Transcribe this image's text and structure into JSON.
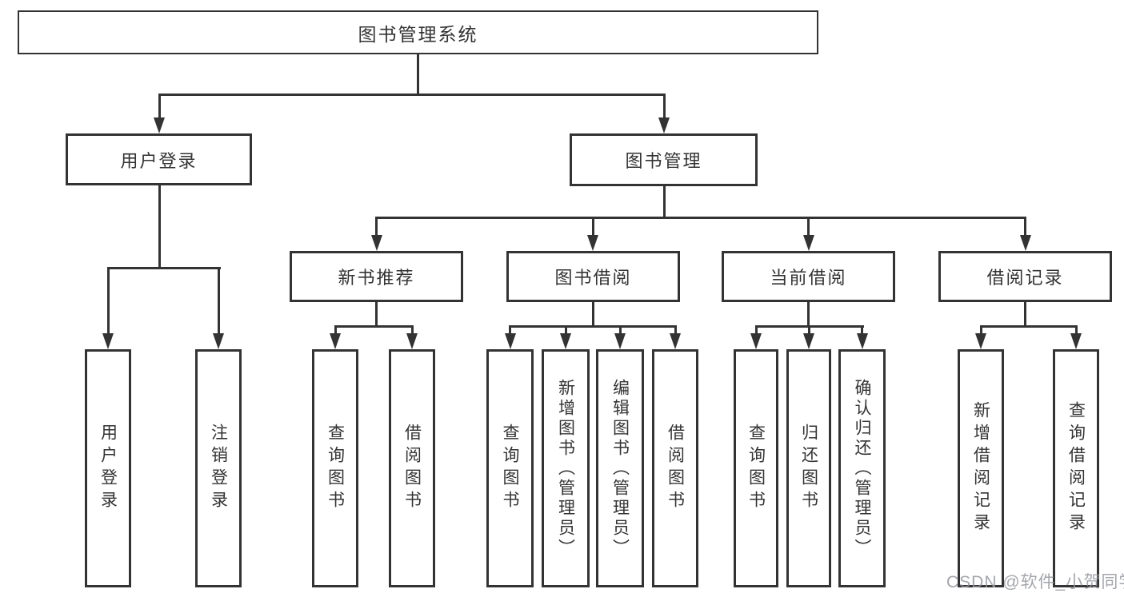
{
  "tree": {
    "root": {
      "label": "图书管理系统"
    },
    "branches": [
      {
        "label": "用户登录",
        "leaves": [
          {
            "label": "用户登录"
          },
          {
            "label": "注销登录"
          }
        ]
      },
      {
        "label": "图书管理",
        "groups": [
          {
            "label": "新书推荐",
            "leaves": [
              {
                "label": "查询图书"
              },
              {
                "label": "借阅图书"
              }
            ]
          },
          {
            "label": "图书借阅",
            "leaves": [
              {
                "label": "查询图书"
              },
              {
                "label": "新增图书（管理员）"
              },
              {
                "label": "编辑图书（管理员）"
              },
              {
                "label": "借阅图书"
              }
            ]
          },
          {
            "label": "当前借阅",
            "leaves": [
              {
                "label": "查询图书"
              },
              {
                "label": "归还图书"
              },
              {
                "label": "确认归还（管理员）"
              }
            ]
          },
          {
            "label": "借阅记录",
            "leaves": [
              {
                "label": "新增借阅记录"
              },
              {
                "label": "查询借阅记录"
              }
            ]
          }
        ]
      }
    ]
  },
  "watermark": {
    "text": "CSDN @软件_小贺同学"
  },
  "colors": {
    "line": "#333333",
    "box_border": "#333333",
    "box_fill": "#ffffff",
    "text": "#333333",
    "watermark": "#94969e",
    "background": "#ffffff"
  }
}
